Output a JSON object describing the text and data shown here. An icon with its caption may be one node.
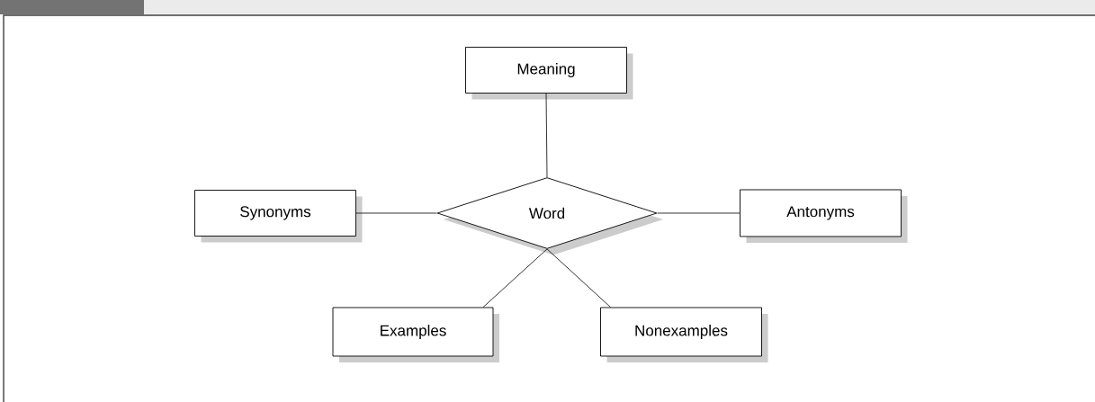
{
  "diagram": {
    "nodes": [
      {
        "text": [
          "Meaning"
        ]
      },
      {
        "text": [
          "Word"
        ]
      },
      {
        "text": [
          "Synonyms"
        ]
      },
      {
        "text": [
          "Antonyms"
        ]
      },
      {
        "text": [
          "Examples"
        ]
      },
      {
        "text": [
          "Nonexamples"
        ]
      }
    ],
    "edges": [
      {
        "from": 0,
        "to": 1,
        "arrow": "none"
      },
      {
        "from": 2,
        "to": 1,
        "arrow": "none"
      },
      {
        "from": 1,
        "to": 3,
        "arrow": "none"
      },
      {
        "from": 1,
        "to": 4,
        "arrow": "none"
      },
      {
        "from": 1,
        "to": 5,
        "arrow": "none"
      }
    ]
  }
}
